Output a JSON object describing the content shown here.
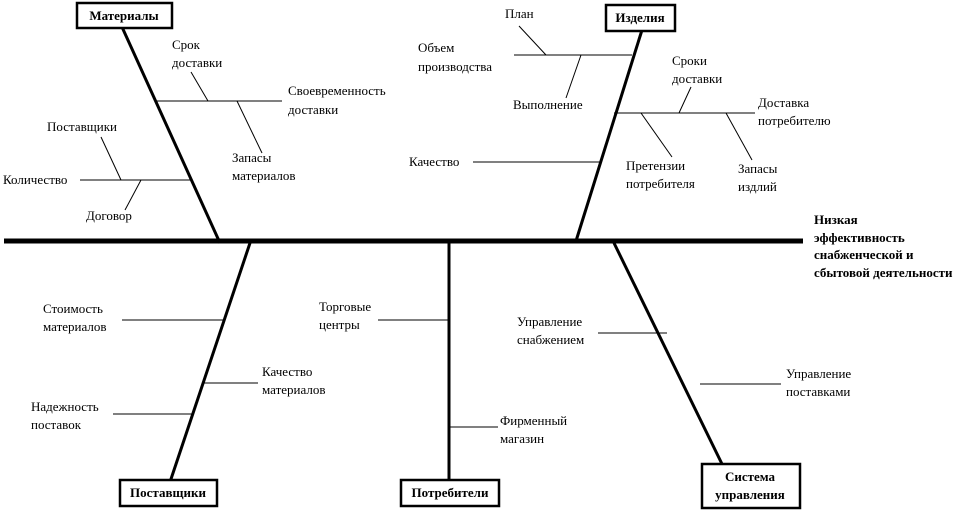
{
  "effect": [
    "Низкая",
    "эффективность",
    "снабженческой и",
    "сбытовой деятельности"
  ],
  "categories": {
    "materials": "Материалы",
    "products": "Изделия",
    "suppliers": "Поставщики",
    "consumers": "Потребители",
    "management": [
      "Система",
      "управления"
    ]
  },
  "causes": {
    "delivery_term": [
      "Срок",
      "доставки"
    ],
    "timeliness": [
      "Своевременность",
      "доставки"
    ],
    "suppliers_sub": "Поставщики",
    "material_stock": [
      "Запасы",
      "материалов"
    ],
    "quantity": "Количество",
    "contract": "Договор",
    "plan": "План",
    "production_volume": [
      "Объем",
      "производства"
    ],
    "fulfillment": "Выполнение",
    "delivery_terms": [
      "Сроки",
      "доставки"
    ],
    "consumer_delivery": [
      "Доставка",
      "потребителю"
    ],
    "quality": "Качество",
    "complaints": [
      "Претензии",
      "потребителя"
    ],
    "product_stock": [
      "Запасы",
      "издлий"
    ],
    "material_cost": [
      "Стоимость",
      "материалов"
    ],
    "material_quality": [
      "Качество",
      "материалов"
    ],
    "supplier_reliability": [
      "Надежность",
      "поставок"
    ],
    "shopping_centers": [
      "Торговые",
      "центры"
    ],
    "brand_store": [
      "Фирменный",
      "магазин"
    ],
    "supply_management": [
      "Управление",
      "снабжением"
    ],
    "delivery_management": [
      "Управление",
      "поставками"
    ]
  }
}
